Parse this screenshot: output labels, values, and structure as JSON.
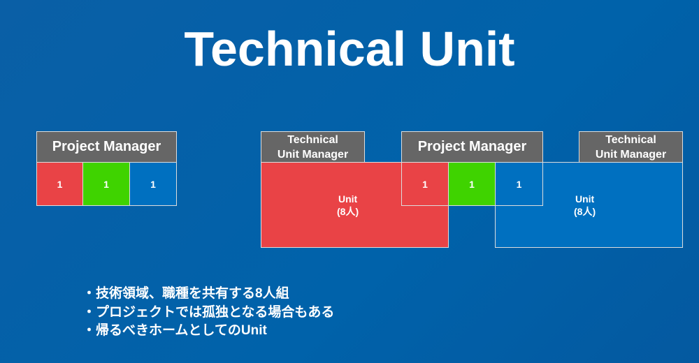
{
  "title": "Technical Unit",
  "left_team": {
    "manager": "Project Manager",
    "members": [
      "1",
      "1",
      "1"
    ]
  },
  "right_diagram": {
    "left_unit_manager": "Technical\nUnit Manager",
    "left_unit": "Unit\n(8人)",
    "project_manager": "Project Manager",
    "members": [
      "1",
      "1",
      "1"
    ],
    "right_unit_manager": "Technical\nUnit Manager",
    "right_unit": "Unit\n(8人)"
  },
  "bullets": [
    "・技術領域、職種を共有する8人組",
    "・プロジェクトでは孤独となる場合もある",
    "・帰るべきホームとしてのUnit"
  ],
  "colors": {
    "red": "#e94346",
    "green": "#3fd300",
    "blue": "#0070c0",
    "gray": "#666666",
    "background": "#0062aa"
  }
}
